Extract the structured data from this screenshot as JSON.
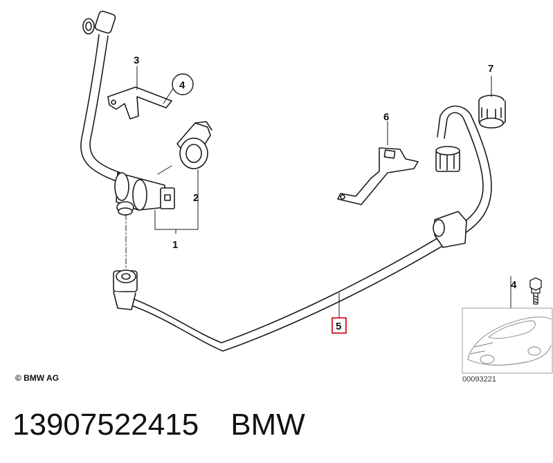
{
  "callouts": {
    "c1": "1",
    "c2": "2",
    "c3": "3",
    "c4": "4",
    "c5": "5",
    "c6": "6",
    "c7": "7",
    "c4b": "4"
  },
  "colors": {
    "line": "#1a1a1a",
    "highlight_box": "#d01020",
    "thumbnail_border": "#9a9a9a"
  },
  "icons": [
    "hose-assembly",
    "bracket",
    "clamp-ring",
    "valve",
    "screw",
    "plug",
    "vehicle-thumbnail"
  ],
  "copyright": "© BMW AG",
  "figure_number": "00093221",
  "caption": {
    "part_number": "13907522415",
    "brand": "BMW"
  }
}
